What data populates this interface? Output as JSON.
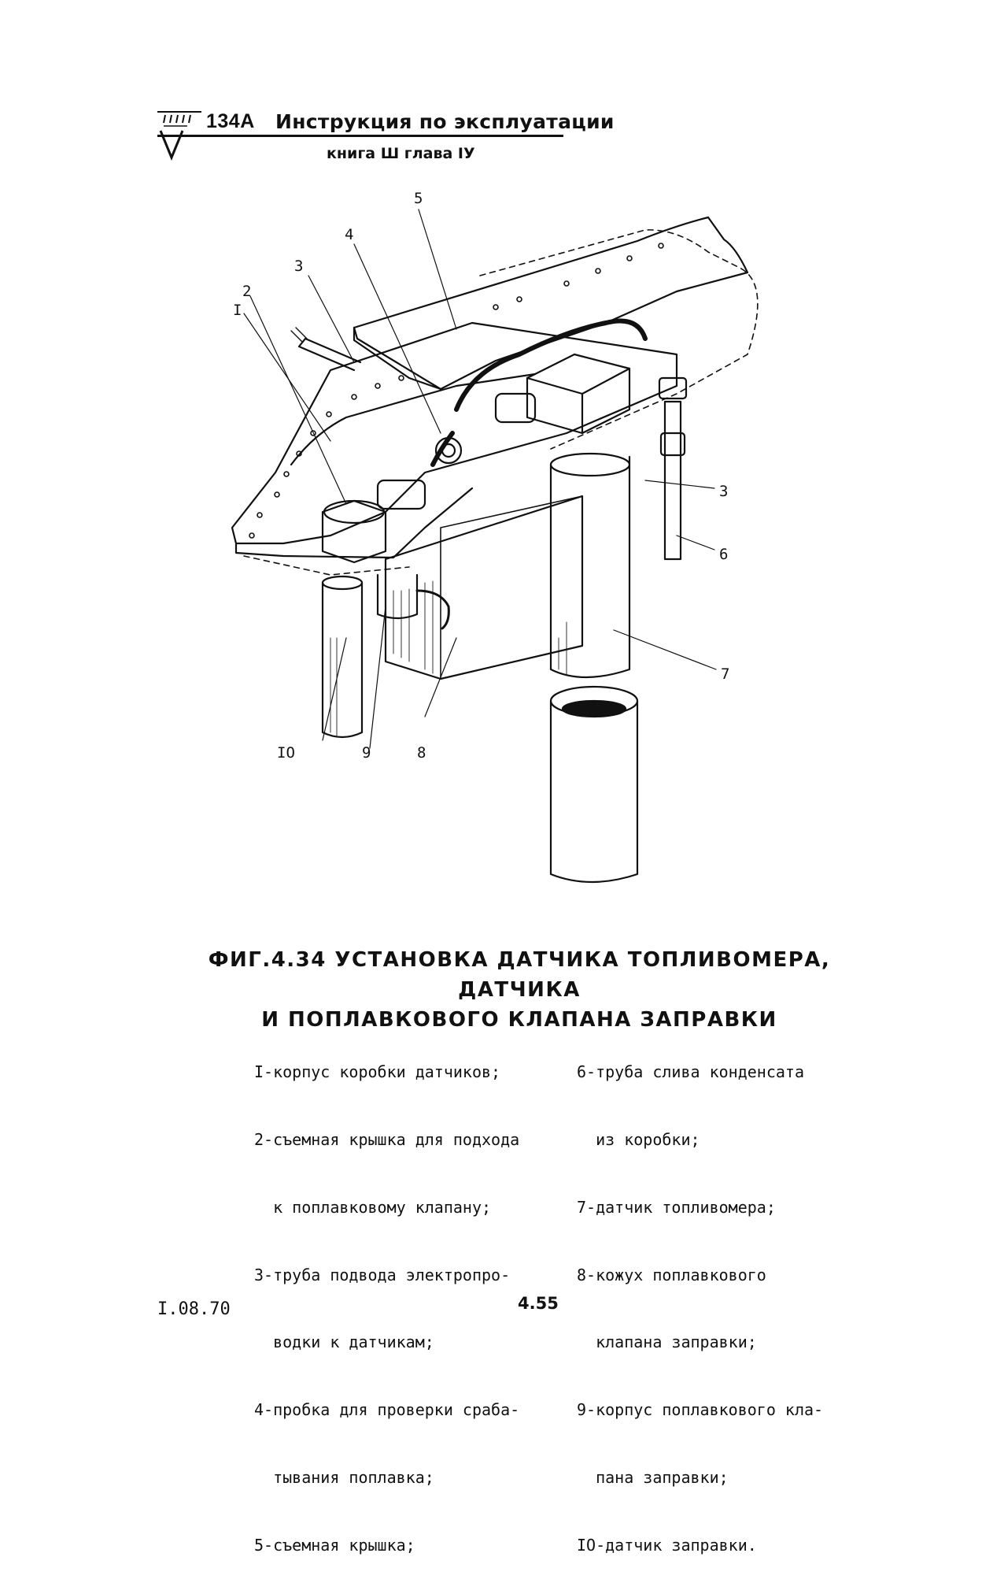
{
  "header": {
    "doc_code": "134А",
    "doc_title": "Инструкция по эксплуатации",
    "book_chapter": "книга Ш глава IУ"
  },
  "figure": {
    "callouts": [
      "I",
      "2",
      "3",
      "4",
      "5",
      "3",
      "6",
      "7",
      "8",
      "9",
      "IO"
    ],
    "caption_line1": "ФИГ.4.34 УСТАНОВКА ДАТЧИКА ТОПЛИВОМЕРА, ДАТЧИКА",
    "caption_line2": "И ПОПЛАВКОВОГО КЛАПАНА ЗАПРАВКИ"
  },
  "legend": {
    "left": [
      "I-корпус коробки датчиков;",
      "2-съемная крышка для подхода",
      "  к поплавковому клапану;",
      "3-труба подвода электропро-",
      "  водки к датчикам;",
      "4-пробка для проверки сраба-",
      "  тывания поплавка;",
      "5-съемная крышка;"
    ],
    "right": [
      "6-труба слива конденсата",
      "  из коробки;",
      "7-датчик топливомера;",
      "8-кожух поплавкового",
      "  клапана заправки;",
      "9-корпус поплавкового кла-",
      "  пана заправки;",
      "IO-датчик заправки."
    ]
  },
  "footer": {
    "date": "I.08.70",
    "page_number": "4.55"
  }
}
